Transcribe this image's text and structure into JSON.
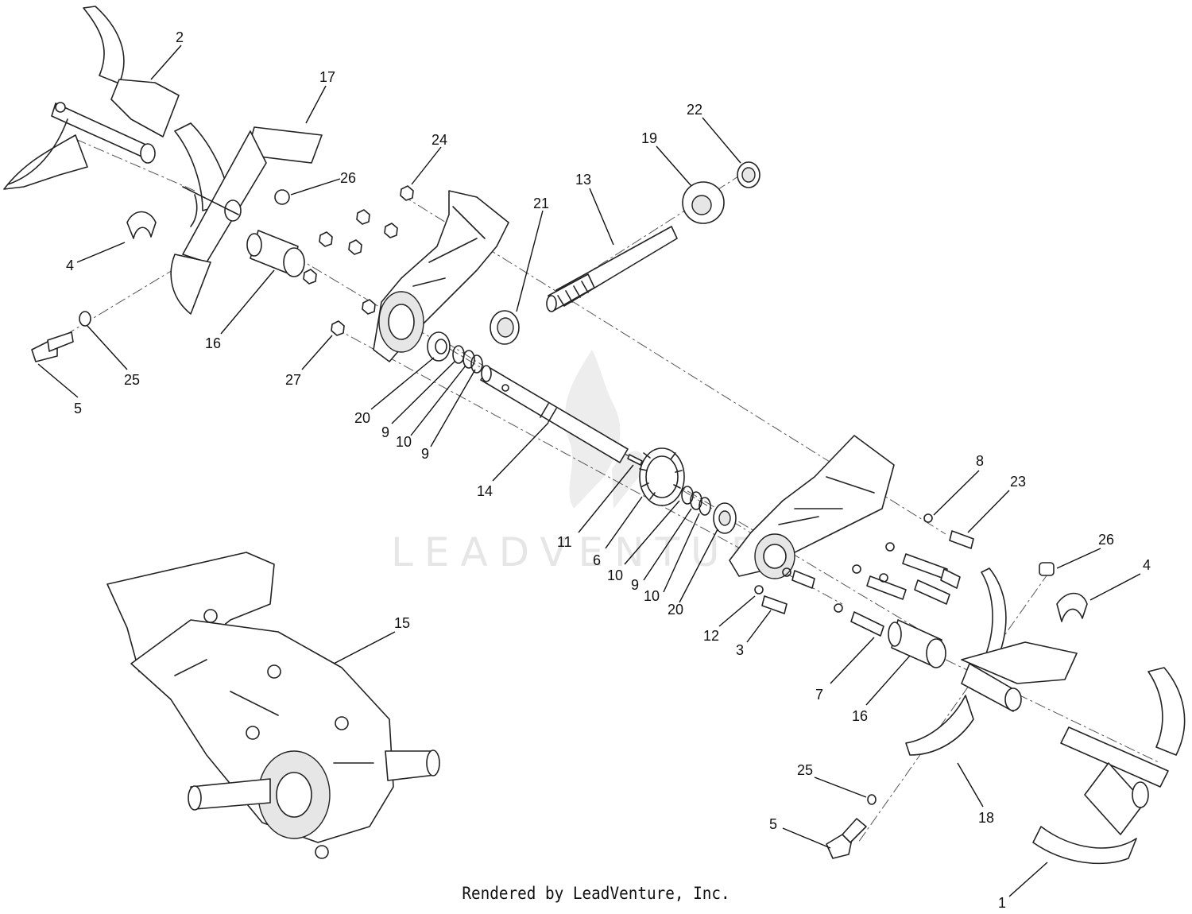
{
  "callouts": [
    {
      "id": "c2",
      "label": "2"
    },
    {
      "id": "c17",
      "label": "17"
    },
    {
      "id": "c26a",
      "label": "26"
    },
    {
      "id": "c4a",
      "label": "4"
    },
    {
      "id": "c16a",
      "label": "16"
    },
    {
      "id": "c25a",
      "label": "25"
    },
    {
      "id": "c5a",
      "label": "5"
    },
    {
      "id": "c24",
      "label": "24"
    },
    {
      "id": "c27",
      "label": "27"
    },
    {
      "id": "c20a",
      "label": "20"
    },
    {
      "id": "c9a",
      "label": "9"
    },
    {
      "id": "c10a",
      "label": "10"
    },
    {
      "id": "c9b",
      "label": "9"
    },
    {
      "id": "c21",
      "label": "21"
    },
    {
      "id": "c13",
      "label": "13"
    },
    {
      "id": "c19",
      "label": "19"
    },
    {
      "id": "c22",
      "label": "22"
    },
    {
      "id": "c14",
      "label": "14"
    },
    {
      "id": "c11",
      "label": "11"
    },
    {
      "id": "c6",
      "label": "6"
    },
    {
      "id": "c10b",
      "label": "10"
    },
    {
      "id": "c9c",
      "label": "9"
    },
    {
      "id": "c10c",
      "label": "10"
    },
    {
      "id": "c20b",
      "label": "20"
    },
    {
      "id": "c12",
      "label": "12"
    },
    {
      "id": "c3",
      "label": "3"
    },
    {
      "id": "c8",
      "label": "8"
    },
    {
      "id": "c23",
      "label": "23"
    },
    {
      "id": "c26b",
      "label": "26"
    },
    {
      "id": "c4b",
      "label": "4"
    },
    {
      "id": "c7",
      "label": "7"
    },
    {
      "id": "c16b",
      "label": "16"
    },
    {
      "id": "c15",
      "label": "15"
    },
    {
      "id": "c25b",
      "label": "25"
    },
    {
      "id": "c18",
      "label": "18"
    },
    {
      "id": "c5b",
      "label": "5"
    },
    {
      "id": "c1",
      "label": "1"
    }
  ],
  "watermark": {
    "text": "LEADVENTURE"
  },
  "footer": {
    "text": "Rendered by LeadVenture, Inc."
  }
}
